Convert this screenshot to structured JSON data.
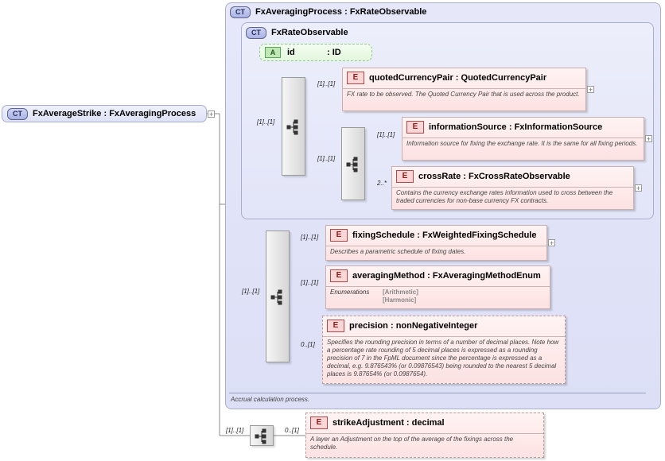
{
  "root": {
    "badge": "CT",
    "name": "FxAverageStrike",
    "sep": " : ",
    "type": "FxAveragingProcess"
  },
  "outer": {
    "badge": "CT",
    "name": "FxAveragingProcess",
    "sep": " : ",
    "type": "FxRateObservable",
    "doc": "Accrual calculation process."
  },
  "inner": {
    "badge": "CT",
    "name": "FxRateObservable"
  },
  "attr_id": {
    "badge": "A",
    "name": "id",
    "type": ": ID"
  },
  "elements": {
    "quotedCurrencyPair": {
      "badge": "E",
      "name": "quotedCurrencyPair",
      "sep": " : ",
      "type": "QuotedCurrencyPair",
      "doc": "FX rate to be observed. The Quoted Currency Pair that is used across the product.",
      "card": "[1]..[1]"
    },
    "informationSource": {
      "badge": "E",
      "name": "informationSource",
      "sep": " : ",
      "type": "FxInformationSource",
      "doc": "Information source for fixing the exchange rate. It is the same for all fixing periods.",
      "card": "[1]..[1]"
    },
    "crossRate": {
      "badge": "E",
      "name": "crossRate",
      "sep": " : ",
      "type": "FxCrossRateObservable",
      "doc": "Contains the currency exchange rates information used to cross between the traded currencies for non-base currency FX contracts.",
      "card": "2..*"
    },
    "fixingSchedule": {
      "badge": "E",
      "name": "fixingSchedule",
      "sep": " : ",
      "type": "FxWeightedFixingSchedule",
      "doc": "Describes a parametric schedule of fixing dates.",
      "card": "[1]..[1]"
    },
    "averagingMethod": {
      "badge": "E",
      "name": "averagingMethod",
      "sep": " : ",
      "type": "FxAveragingMethodEnum",
      "enum_label": "Enumerations",
      "enums": [
        "[Arithmetic]",
        "[Harmonic]"
      ],
      "card": "[1]..[1]"
    },
    "precision": {
      "badge": "E",
      "name": "precision",
      "sep": " : ",
      "type": "nonNegativeInteger",
      "doc": "Specifies the rounding precision in terms of a number of decimal places. Note how a percentage rate rounding of 5 decimal places is expressed as a rounding precision of 7 in the FpML document since the percentage is expressed as a decimal, e.g. 9.876543% (or 0.09876543) being rounded to the nearest 5 decimal places is 9.87654% (or 0.0987654).",
      "card": "0..[1]"
    },
    "strikeAdjustment": {
      "badge": "E",
      "name": "strikeAdjustment",
      "sep": " : ",
      "type": "decimal",
      "doc": "A layer an Adjustment on the top of the average of the fixings across the schedule.",
      "card": "0..[1]"
    }
  },
  "sequences": {
    "inner_seq_card": "[1]..[1]",
    "info_seq_card": "[1]..[1]",
    "outer_seq_card": "[1]..[1]",
    "bottom_seq_card": "[1]..[1]"
  },
  "plus_symbol": "+"
}
